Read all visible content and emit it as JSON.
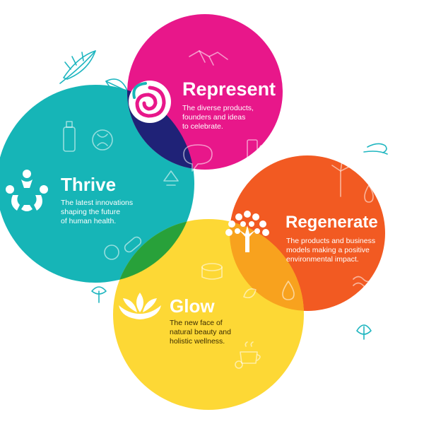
{
  "colors": {
    "represent": "#E8178A",
    "thrive": "#16B5B7",
    "regenerate": "#F25A22",
    "glow": "#FDD835",
    "overlap_dark": "#1F2277",
    "overlap_red": "#E1152E",
    "overlap_green": "#28A13A",
    "overlap_orange": "#F8A21E",
    "line_icons": "#1FB6C0"
  },
  "sections": {
    "represent": {
      "title": "Represent",
      "desc": [
        "The diverse products,",
        "founders and ideas",
        "to celebrate."
      ]
    },
    "thrive": {
      "title": "Thrive",
      "desc": [
        "The latest innovations",
        "shaping the future",
        "of human health."
      ]
    },
    "regenerate": {
      "title": "Regenerate",
      "desc": [
        "The products and business",
        "models making a positive",
        "environmental impact."
      ]
    },
    "glow": {
      "title": "Glow",
      "desc": [
        "The new face of",
        "natural beauty and",
        "holistic wellness."
      ]
    }
  },
  "icons": {
    "represent": "swirl-icon",
    "thrive": "people-circle-icon",
    "regenerate": "tree-icon",
    "glow": "lotus-icon"
  }
}
